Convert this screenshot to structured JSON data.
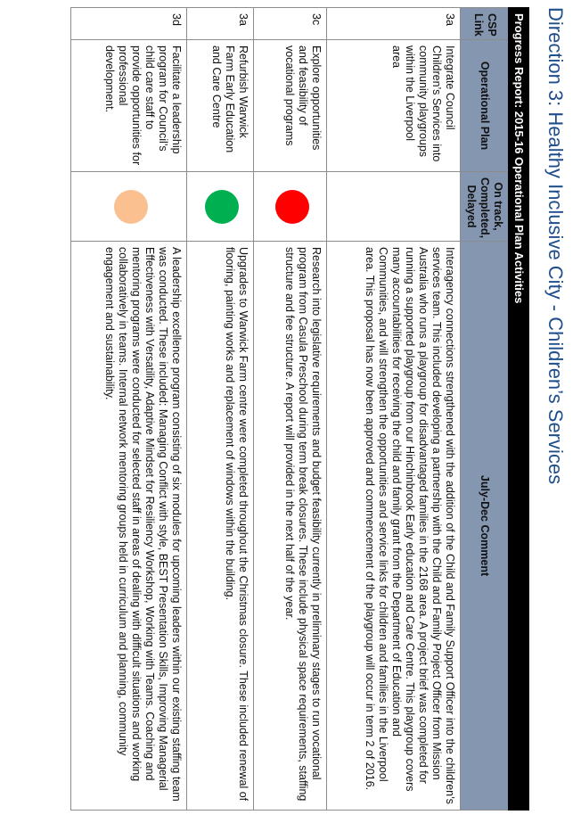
{
  "page_title": "Direction 3: Healthy Inclusive City - Children’s Services",
  "table": {
    "banner": "Progress Report: 2015-16 Operational Plan Activities",
    "headers": {
      "csp": "CSP Link",
      "plan": "Operational Plan",
      "status": "On track, Completed, Delayed",
      "comment": "July-Dec Comment"
    },
    "rows": [
      {
        "csp": "3a",
        "plan": "Integrate Council Children’s Services into community playgroups within the Liverpool area",
        "status": "none",
        "status_color": "",
        "comment": "Interagency connections strengthened with the addition of the Child and Family Support Officer into the children’s services team. This included developing a partnership with the Child and Family Project Officer from Mission Australia who runs a playgroup for disadvantaged families in the 2168 area. A project brief was completed for running a supported playgroup from our Hinchinbrook Early education and Care Centre. This playgroup covers many accountabilities for receiving the child and family grant from the Department of Education and Communities, and will strengthen the opportunities and service links for children and families in the Liverpool area. This proposal has now been approved and commencement of the playgroup will occur in term 2 of 2016."
      },
      {
        "csp": "3c",
        "plan": "Explore opportunities and feasibility of vocational programs",
        "status": "delayed",
        "status_color": "#ff0000",
        "comment": "Research into legislative requirements and budget feasibility currently in preliminary stages to run vocational program from Casula Preschool during term break closures. These include physical space requirements, staffing structure and fee structure. A report will provided in the next half of the year."
      },
      {
        "csp": "3a",
        "plan": "Refurbish Warwick Farm Early Education and Care Centre",
        "status": "completed",
        "status_color": "#00b050",
        "comment": "Upgrades to Warwick Farm centre were completed throughout the Christmas closure. These included renewal of flooring, painting works and replacement of windows within the building."
      },
      {
        "csp": "3d",
        "plan": "Facilitate a leadership program for Council’s child care staff to provide opportunities for professional development.",
        "status": "on-track",
        "status_color": "#fac090",
        "comment": "A leadership excellence program consisting of six modules for upcoming leaders within our existing staffing team was conducted. These included: Managing Conflict with style, BEST Presentation Skills, Improving Managerial Effectiveness with Versatility, Adaptive Mindset for Resiliency Workshop, Working with Teams. Coaching and mentoring programs were conducted for selected staff in areas of dealing with difficult situations and working collaboratively in teams. Internal network mentoring groups held in curriculum and planning, community engagement and sustainability."
      }
    ]
  }
}
